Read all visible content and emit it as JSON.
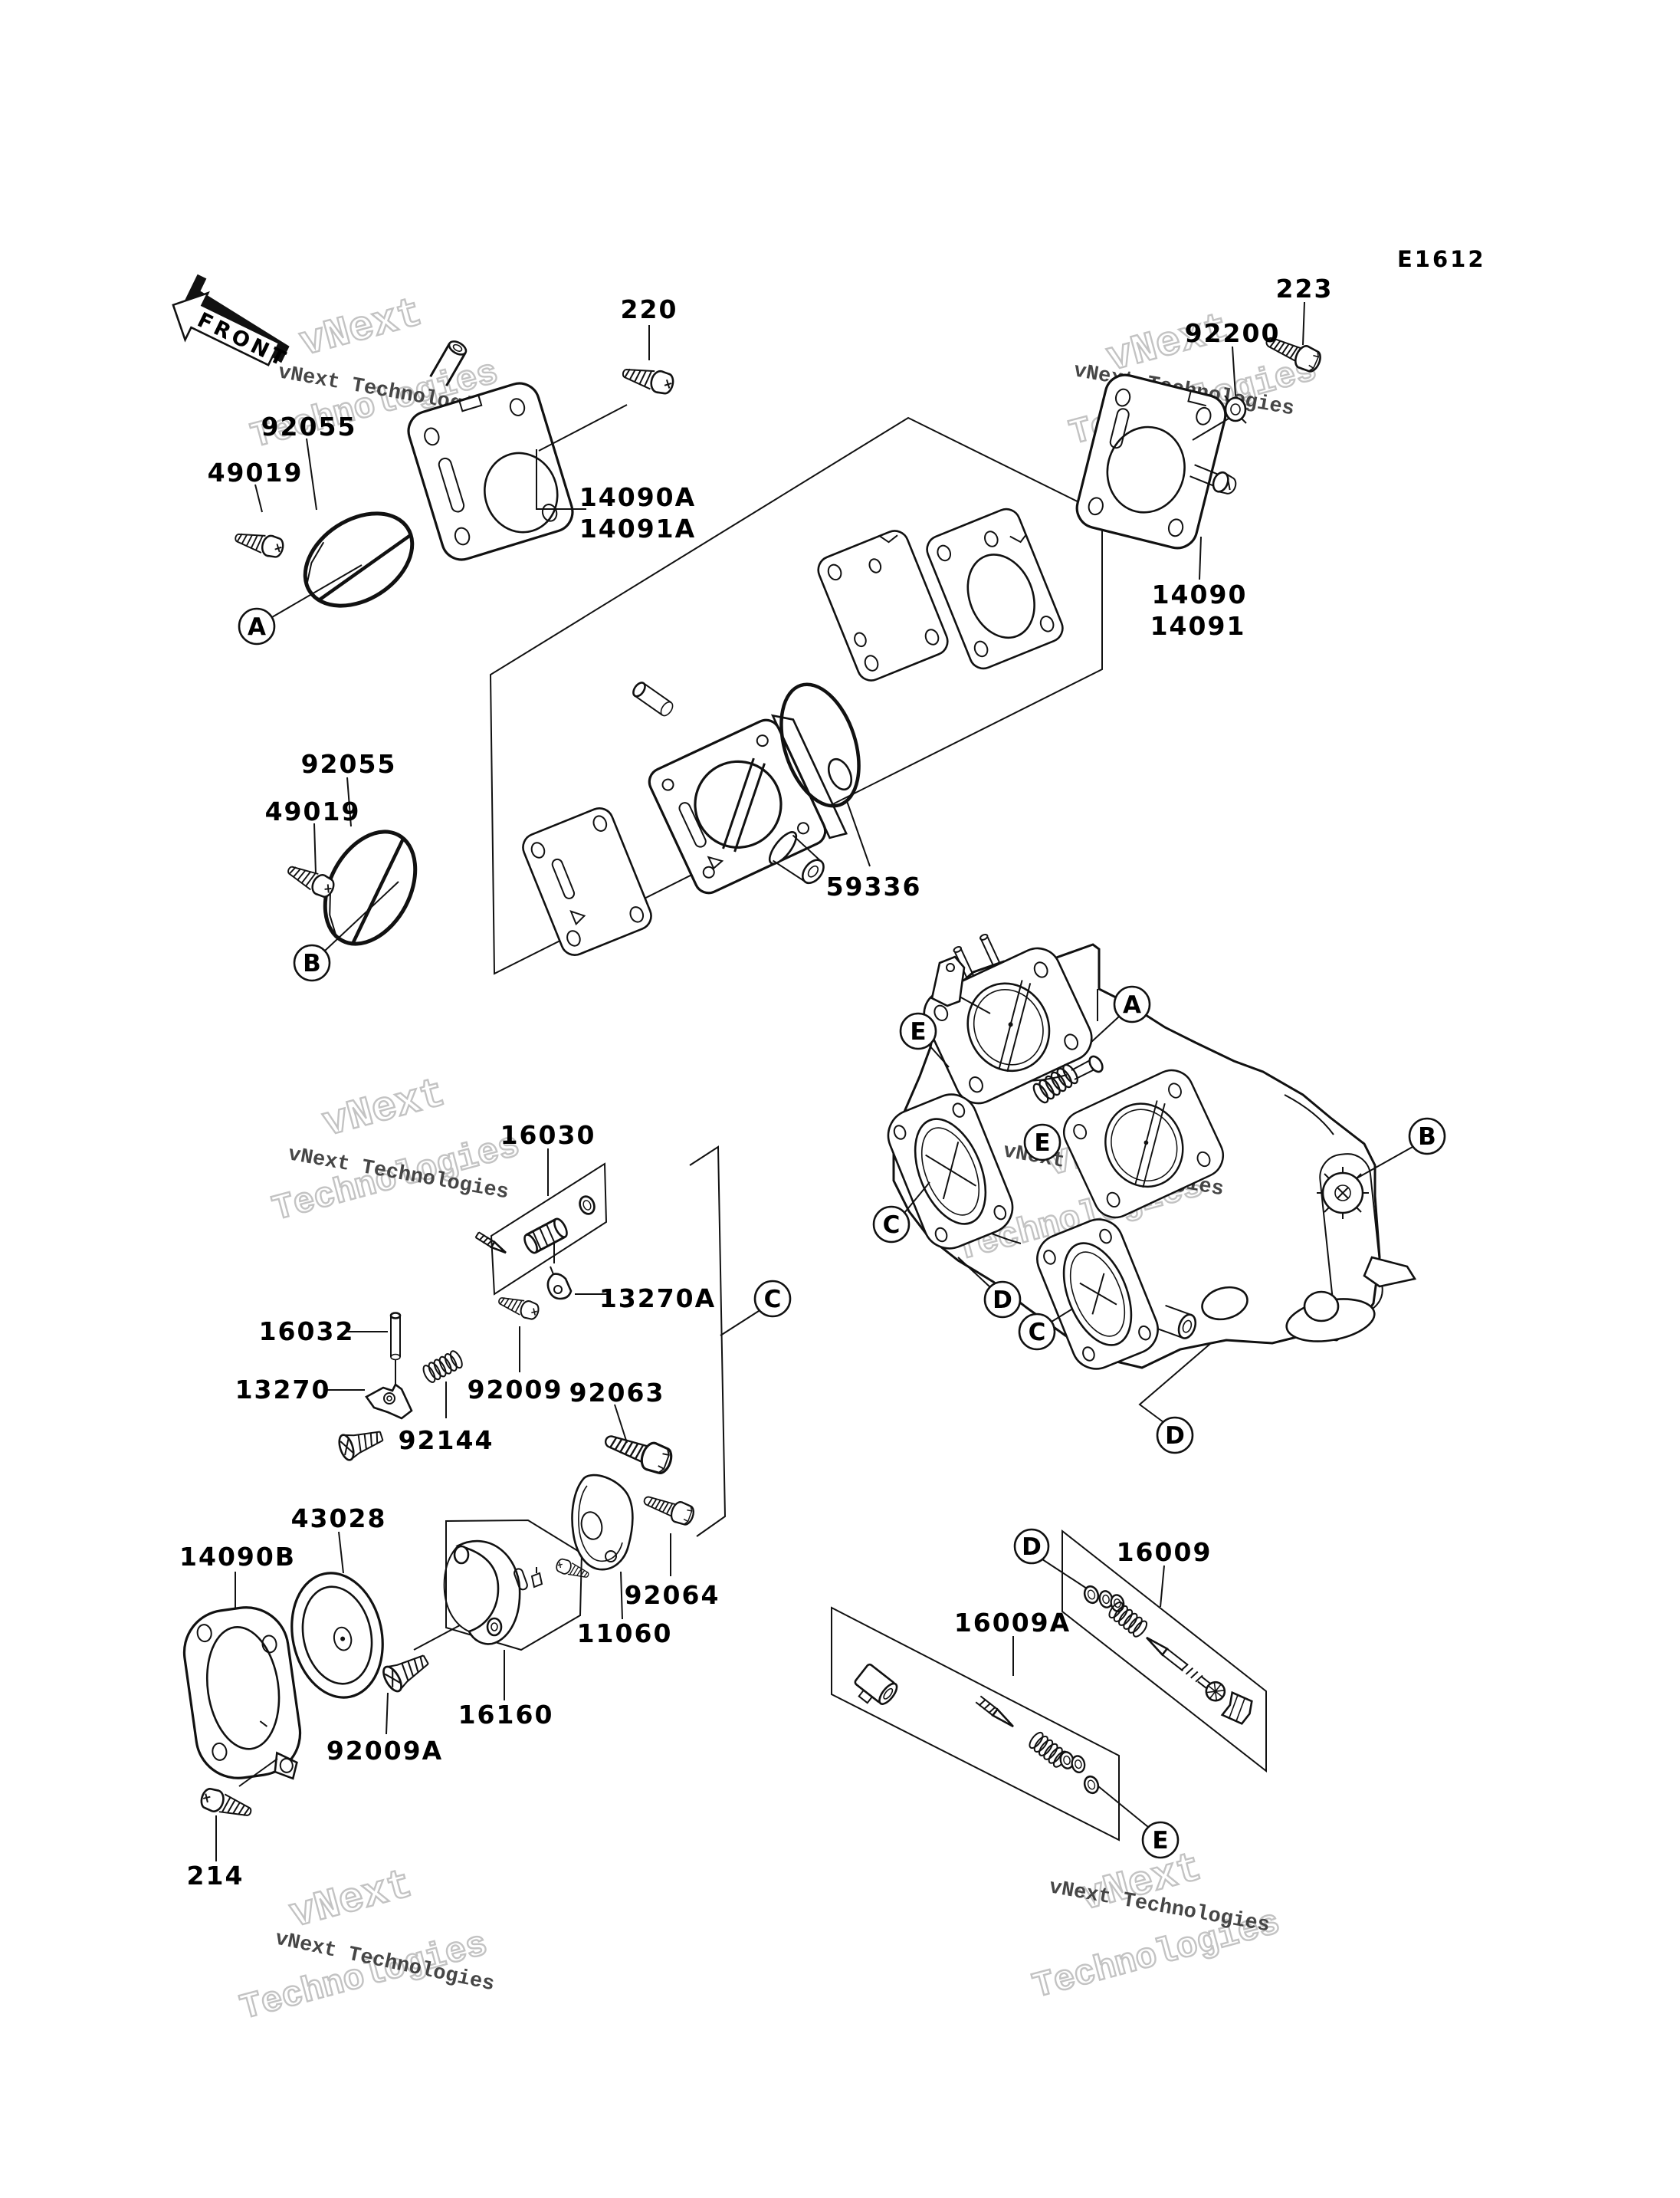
{
  "diagram": {
    "code": "E1612",
    "front_label": "FRONT",
    "type": "exploded-parts-diagram",
    "subject": "carburetor parts",
    "colors": {
      "ink": "#111111",
      "background": "#ffffff",
      "watermark_outline": "#c3c3c3",
      "watermark_text": "#2d2d2d"
    }
  },
  "watermark": {
    "big_line1": "vNext",
    "big_line2": "Technologies",
    "small": "vNext Technologies"
  },
  "callouts": {
    "a": "A",
    "b": "B",
    "c": "C",
    "d": "D",
    "e": "E"
  },
  "parts": {
    "p220": "220",
    "p223": "223",
    "p92200": "92200",
    "p92055": "92055",
    "p49019": "49019",
    "p14090A": "14090A",
    "p14091A": "14091A",
    "p14090": "14090",
    "p14091": "14091",
    "p59336": "59336",
    "p16030": "16030",
    "p13270A": "13270A",
    "p16032": "16032",
    "p13270": "13270",
    "p92009": "92009",
    "p92144": "92144",
    "p92063": "92063",
    "p43028": "43028",
    "p14090B": "14090B",
    "p92064": "92064",
    "p11060": "11060",
    "p16160": "16160",
    "p92009A": "92009A",
    "p214": "214",
    "p16009": "16009",
    "p16009A": "16009A"
  }
}
